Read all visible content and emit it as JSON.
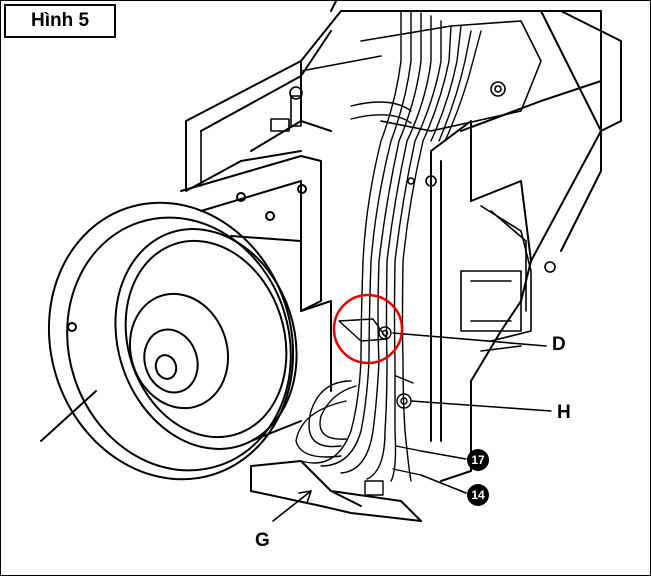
{
  "figure": {
    "label": "Hình 5"
  },
  "callouts": {
    "d": "D",
    "h": "H",
    "g": "G",
    "n17": "17",
    "n14": "14"
  },
  "colors": {
    "highlight_circle": "#e00000",
    "line": "#000000"
  }
}
